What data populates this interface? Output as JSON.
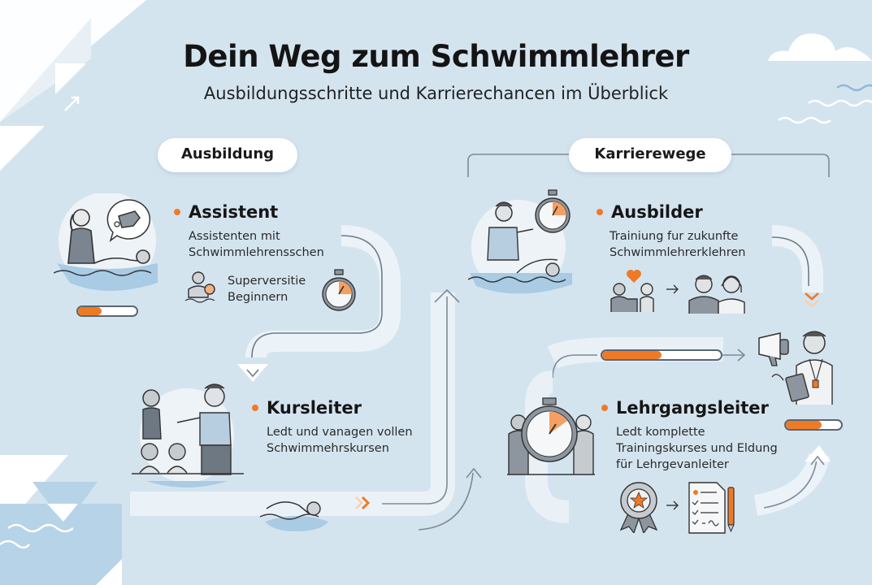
{
  "header": {
    "title": "Dein Weg zum Schwimmlehrer",
    "subtitle": "Ausbildungsschritte und Karrierechancen im Überblick"
  },
  "sections": {
    "training": {
      "label": "Ausbildung",
      "steps": [
        {
          "title": "Assistent",
          "description_lines": [
            "Assistenten mit",
            "Schwimmlehrensschen"
          ],
          "sub_item_lines": [
            "Superversitie",
            "Beginnern"
          ],
          "icons": [
            "whistle-icon",
            "instructor-swimmer-icon",
            "supervising-beginner-icon",
            "stopwatch-icon"
          ],
          "progress_percent": 30
        },
        {
          "title": "Kursleiter",
          "description_lines": [
            "Ledt und vanagen vollen",
            "Schwimmehrskursen"
          ],
          "icons": [
            "instructor-group-icon",
            "swimmer-icon",
            "double-chevron-right-icon"
          ]
        }
      ]
    },
    "career": {
      "label": "Karrierewege",
      "steps": [
        {
          "title": "Ausbilder",
          "description_lines": [
            "Trainiung fur zukunfte",
            "Schwimmlehrerklehren"
          ],
          "icons": [
            "coach-swimmer-icon",
            "stopwatch-icon",
            "mentoring-heart-icon",
            "arrow-right-icon",
            "trainee-pair-icon",
            "double-chevron-down-icon"
          ],
          "progress_percent": 45
        },
        {
          "title": "Lehrgangsleiter",
          "description_lines": [
            "Ledt komplette",
            "Trainingskurses und Eldung",
            "für Lehrgevanleiter"
          ],
          "icons": [
            "stopwatch-team-icon",
            "award-ribbon-icon",
            "arrow-right-icon",
            "checklist-document-icon",
            "megaphone-icon",
            "course-leader-icon"
          ],
          "progress_percent": 60
        }
      ]
    }
  },
  "colors": {
    "background": "#d4e4ef",
    "accent": "#ef7a26",
    "outline": "#5a6672",
    "card": "#ffffff"
  }
}
